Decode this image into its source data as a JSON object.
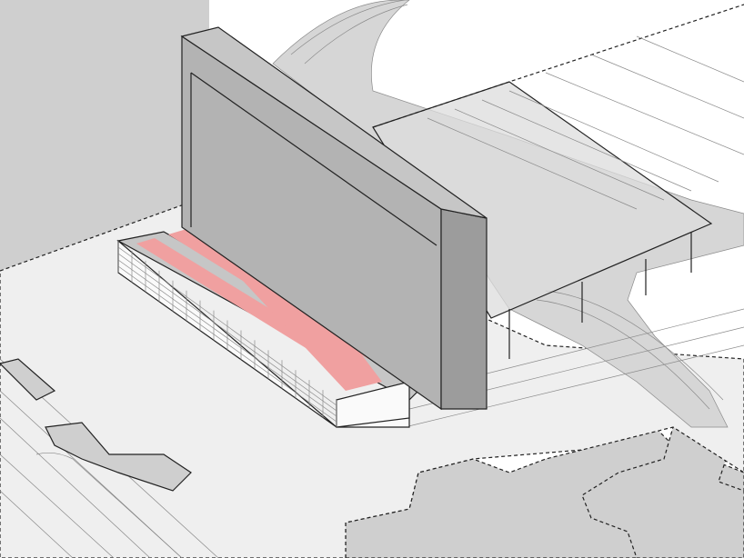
{
  "image": {
    "type": "axonometric-architectural-diagram",
    "labels": []
  },
  "palette": {
    "background": "#ffffff",
    "site": "#efefef",
    "ground_dark": "#cfcfcf",
    "slab_front": "#b3b3b3",
    "slab_side": "#9c9c9c",
    "slab_top": "#c6c6c6",
    "canopy": "#dcdcdc",
    "rail": "#d6d6d6",
    "highlight": "#f0a0a0",
    "line": "#222222",
    "fine_line": "#8a8a8a"
  },
  "elements": [
    {
      "name": "site-plane",
      "role": "ground plane of the site"
    },
    {
      "name": "rail-corridor",
      "role": "curving railway corridor"
    },
    {
      "name": "canopy-roof",
      "role": "transparent canopy roof over tracks"
    },
    {
      "name": "slab-building",
      "role": "tall vertical slab tower"
    },
    {
      "name": "podium-base",
      "role": "low grid-facade podium"
    },
    {
      "name": "ramp-stripes",
      "role": "highlighted ramps on podium roof"
    }
  ]
}
